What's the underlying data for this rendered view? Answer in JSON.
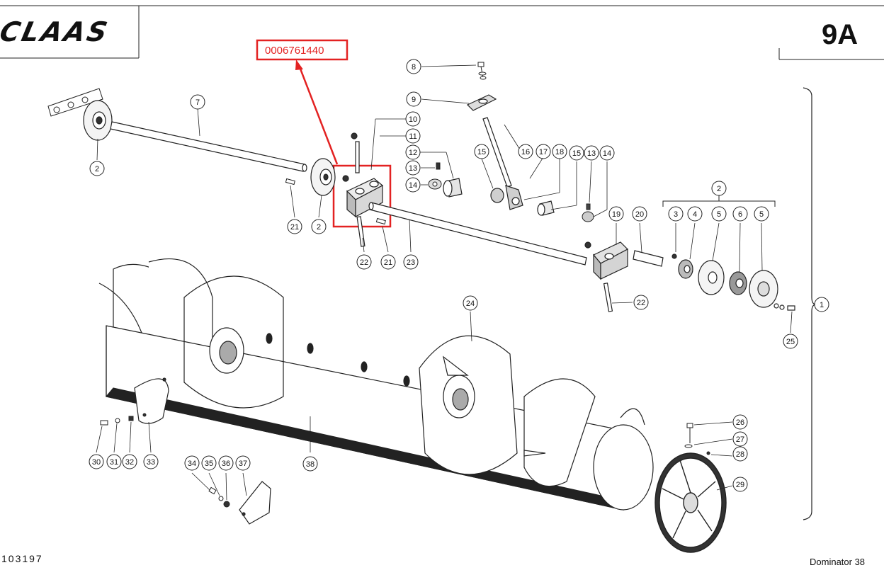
{
  "header": {
    "brand": "CLAAS",
    "page_code": "9A"
  },
  "highlight": {
    "part_number": "0006761440",
    "color": "#e32222"
  },
  "footer": {
    "drawing_number": "103197",
    "model": "Dominator 38"
  },
  "callouts": [
    {
      "id": "c8",
      "label": "8"
    },
    {
      "id": "c9",
      "label": "9"
    },
    {
      "id": "c7",
      "label": "7"
    },
    {
      "id": "c10",
      "label": "10"
    },
    {
      "id": "c11",
      "label": "11"
    },
    {
      "id": "c12",
      "label": "12"
    },
    {
      "id": "c13a",
      "label": "13"
    },
    {
      "id": "c14a",
      "label": "14"
    },
    {
      "id": "c15a",
      "label": "15"
    },
    {
      "id": "c16",
      "label": "16"
    },
    {
      "id": "c17",
      "label": "17"
    },
    {
      "id": "c18",
      "label": "18"
    },
    {
      "id": "c15b",
      "label": "15"
    },
    {
      "id": "c13b",
      "label": "13"
    },
    {
      "id": "c14b",
      "label": "14"
    },
    {
      "id": "c2a",
      "label": "2"
    },
    {
      "id": "c21a",
      "label": "21"
    },
    {
      "id": "c2b",
      "label": "2"
    },
    {
      "id": "c22a",
      "label": "22"
    },
    {
      "id": "c21b",
      "label": "21"
    },
    {
      "id": "c23",
      "label": "23"
    },
    {
      "id": "c19",
      "label": "19"
    },
    {
      "id": "c20",
      "label": "20"
    },
    {
      "id": "c2c",
      "label": "2"
    },
    {
      "id": "c3",
      "label": "3"
    },
    {
      "id": "c4",
      "label": "4"
    },
    {
      "id": "c5a",
      "label": "5"
    },
    {
      "id": "c6",
      "label": "6"
    },
    {
      "id": "c5b",
      "label": "5"
    },
    {
      "id": "c22b",
      "label": "22"
    },
    {
      "id": "c1",
      "label": "1"
    },
    {
      "id": "c25",
      "label": "25"
    },
    {
      "id": "c24",
      "label": "24"
    },
    {
      "id": "c30",
      "label": "30"
    },
    {
      "id": "c31",
      "label": "31"
    },
    {
      "id": "c32",
      "label": "32"
    },
    {
      "id": "c33",
      "label": "33"
    },
    {
      "id": "c34",
      "label": "34"
    },
    {
      "id": "c35",
      "label": "35"
    },
    {
      "id": "c36",
      "label": "36"
    },
    {
      "id": "c37",
      "label": "37"
    },
    {
      "id": "c38",
      "label": "38"
    },
    {
      "id": "c26",
      "label": "26"
    },
    {
      "id": "c27",
      "label": "27"
    },
    {
      "id": "c28",
      "label": "28"
    },
    {
      "id": "c29",
      "label": "29"
    }
  ]
}
